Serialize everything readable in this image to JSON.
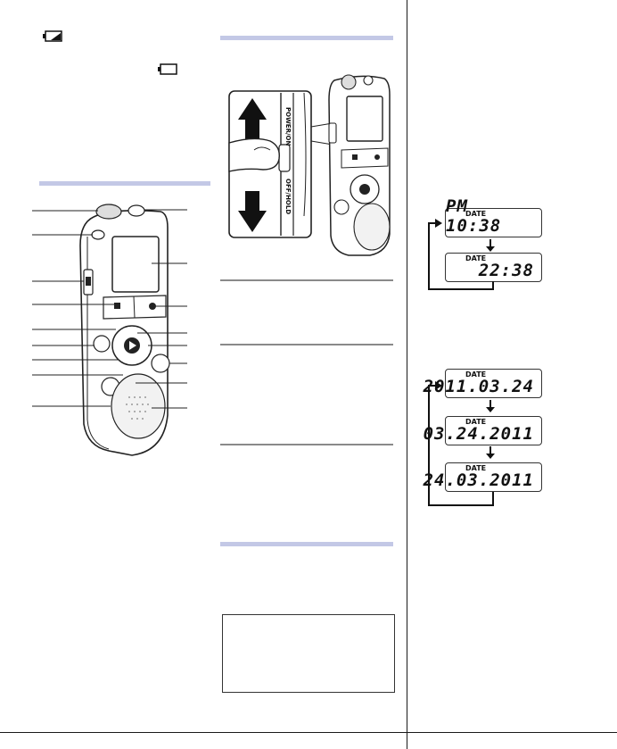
{
  "icons": {
    "battery_partial": "battery-low-icon",
    "battery_empty": "battery-empty-icon"
  },
  "colors": {
    "section_rule": "#c3c8e6",
    "step_rule": "#8a8a8a"
  },
  "time_display": {
    "label_1": "DATE",
    "value_1": "PM 10:38",
    "label_2": "DATE",
    "value_2": "22:38"
  },
  "date_display": {
    "label_1": "DATE",
    "value_1": "2011.03.24",
    "label_2": "DATE",
    "value_2": "03.24.2011",
    "label_3": "DATE",
    "value_3": "24.03.2011"
  },
  "switch_labels": {
    "power_on": "POWER/ON",
    "off_hold": "OFF/HOLD"
  }
}
